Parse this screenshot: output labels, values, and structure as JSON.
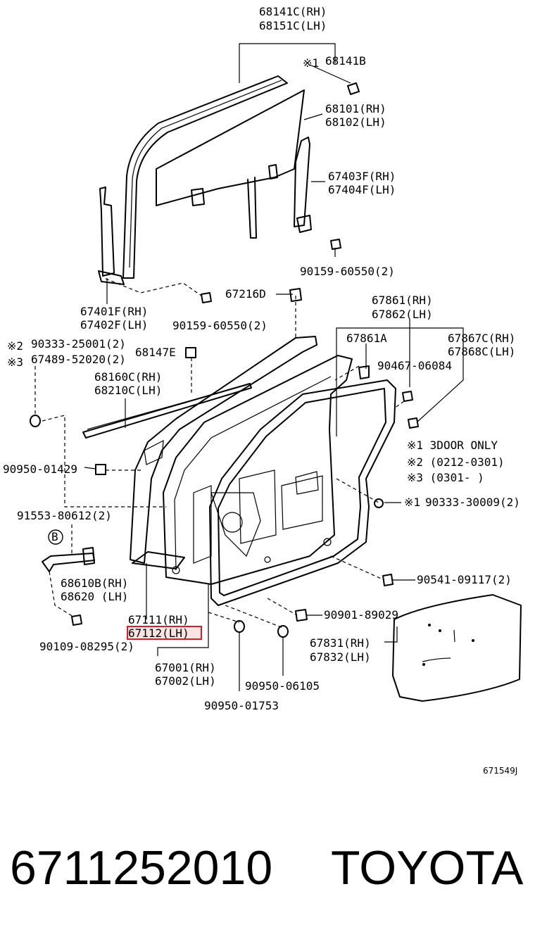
{
  "labels": {
    "p68141c": "68141C(RH)",
    "p68151c": "68151C(LH)",
    "n1_68141b": "※1",
    "p68141b": "68141B",
    "p68101": "68101(RH)",
    "p68102": "68102(LH)",
    "p67403f": "67403F(RH)",
    "p67404f": "67404F(LH)",
    "p90159_a": "90159-60550(2)",
    "p67216d": "67216D",
    "p67401f": "67401F(RH)",
    "p67402f": "67402F(LH)",
    "p90159_b": "90159-60550(2)",
    "p67861": "67861(RH)",
    "p67862": "67862(LH)",
    "n2": "※2",
    "p90333_25001": "90333-25001(2)",
    "n3": "※3",
    "p67489": "67489-52020(2)",
    "p68147e": "68147E",
    "p67861a": "67861A",
    "p67867c": "67867C(RH)",
    "p67868c": "67868C(LH)",
    "p90467": "90467-06084",
    "p68160c": "68160C(RH)",
    "p68210c": "68210C(LH)",
    "note1": "※1 3DOOR ONLY",
    "note2": "※2 (0212-0301)",
    "note3": "※3 (0301-      )",
    "p90950_01429": "90950-01429",
    "n1_90333": "※1",
    "p90333_30009": "90333-30009(2)",
    "p91553": "91553-80612(2)",
    "marker_b": "B",
    "p90541": "90541-09117(2)",
    "p68610b": "68610B(RH)",
    "p68620": "68620  (LH)",
    "p67111": "67111(RH)",
    "p67112": "67112(LH)",
    "p90901": "90901-89029",
    "p90109": "90109-08295(2)",
    "p67831": "67831(RH)",
    "p67832": "67832(LH)",
    "p67001": "67001(RH)",
    "p67002": "67002(LH)",
    "p90950_06105": "90950-06105",
    "p90950_01753": "90950-01753",
    "figure_ref": "671549J"
  },
  "footer": {
    "part_number": "6711252010",
    "brand": "TOYOTA"
  },
  "highlight_color": "#d0202e"
}
